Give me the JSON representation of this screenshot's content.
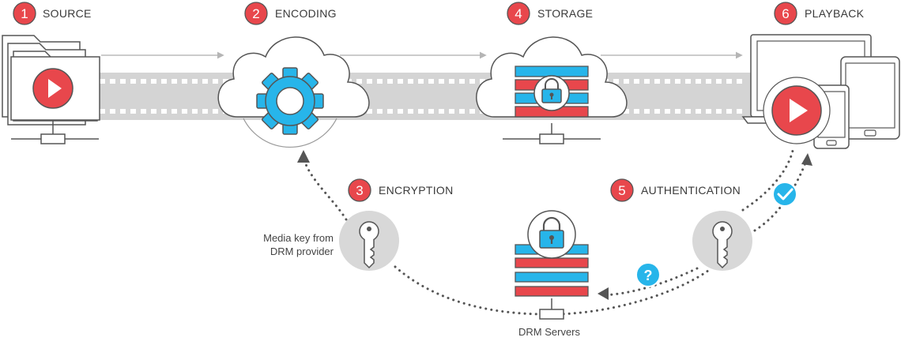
{
  "steps": [
    {
      "number": "1",
      "label": "SOURCE"
    },
    {
      "number": "2",
      "label": "ENCODING"
    },
    {
      "number": "3",
      "label": "ENCRYPTION"
    },
    {
      "number": "4",
      "label": "STORAGE"
    },
    {
      "number": "5",
      "label": "AUTHENTICATION"
    },
    {
      "number": "6",
      "label": "PLAYBACK"
    }
  ],
  "notes": {
    "media_key_line1": "Media key from",
    "media_key_line2": "DRM provider",
    "drm_servers": "DRM Servers"
  },
  "icons": {
    "question_mark": "?",
    "checkmark": "check-icon"
  },
  "colors": {
    "accent_red": "#e8474c",
    "accent_blue": "#27b5ea",
    "film_gray": "#d4d4d4",
    "outline": "#555555",
    "key_circle": "#d8d8d8"
  }
}
